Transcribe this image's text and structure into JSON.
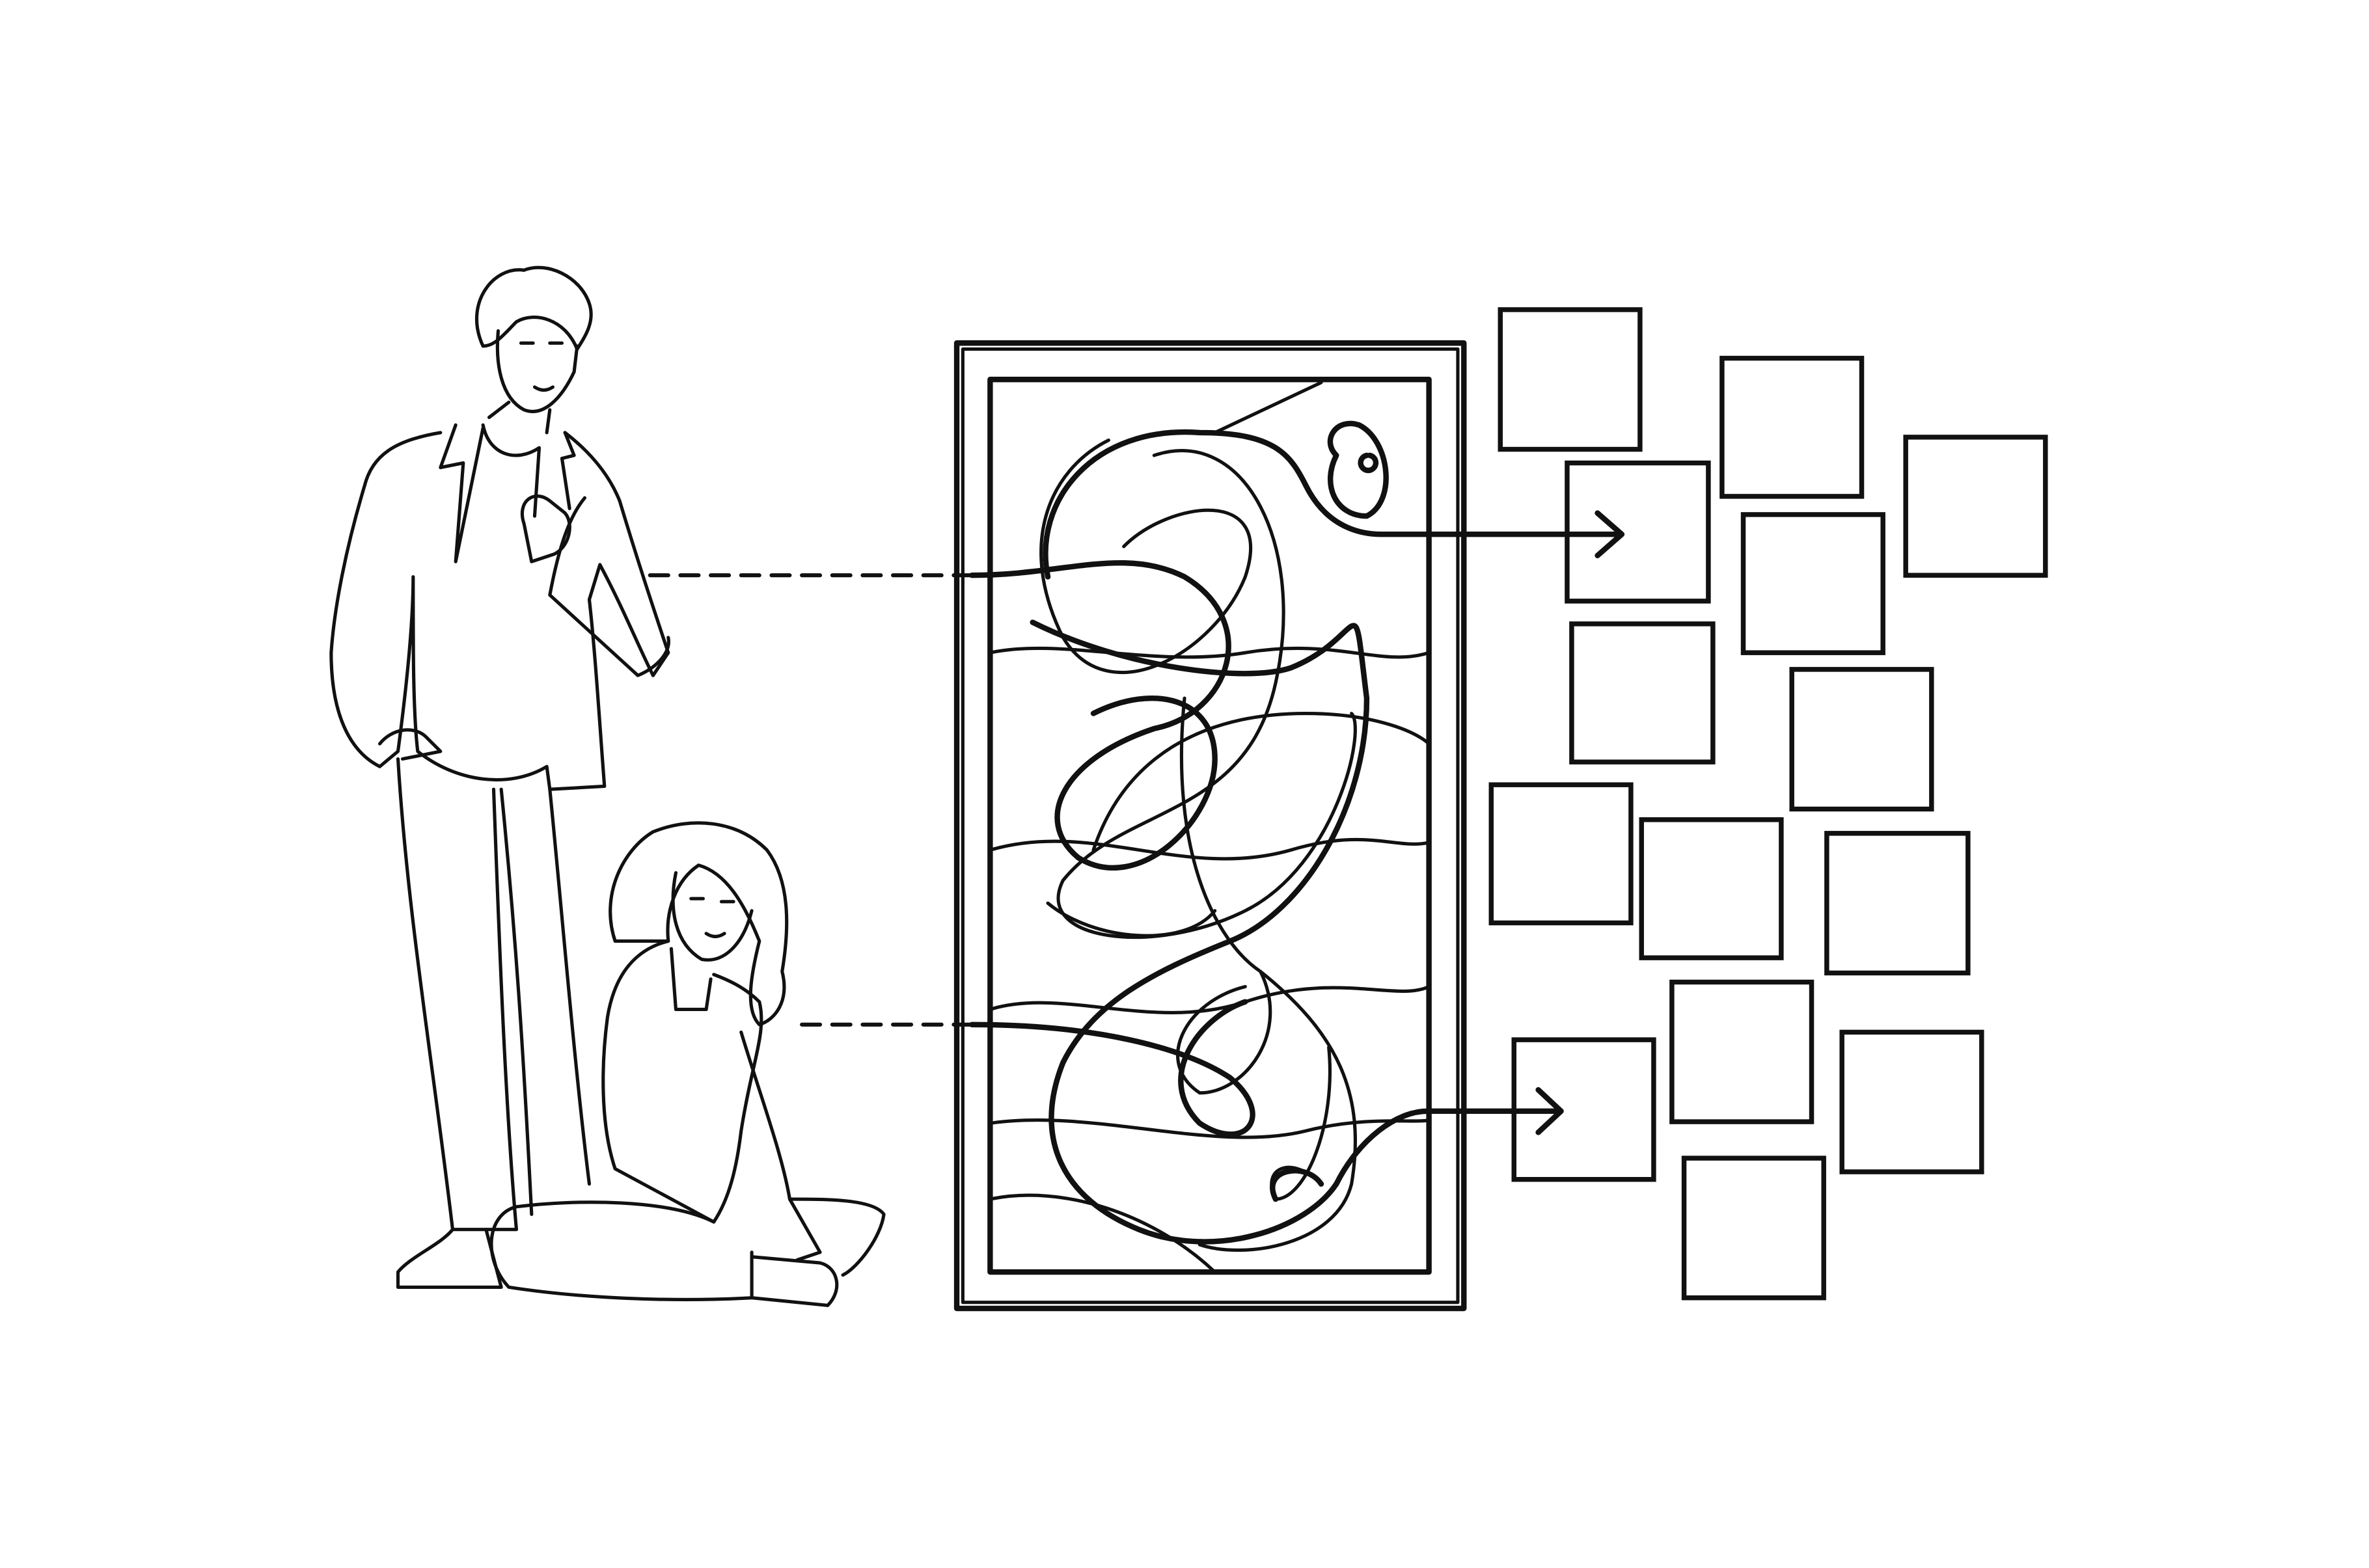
{
  "colors": {
    "background": "#ffffff",
    "stroke": "#111111"
  },
  "illustration": {
    "people": [
      "standing-man",
      "sitting-woman"
    ],
    "tile_count": 14,
    "arrow_count": 2
  }
}
